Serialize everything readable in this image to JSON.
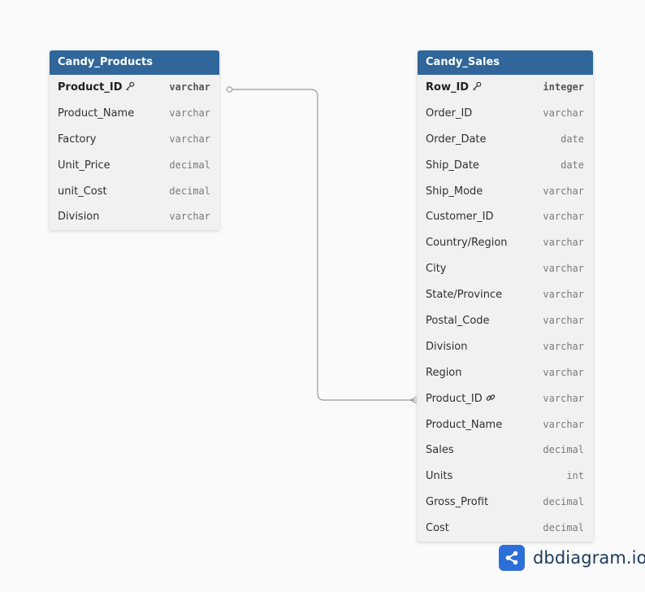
{
  "tables": [
    {
      "name": "Candy_Products",
      "fields": [
        {
          "name": "Product_ID",
          "type": "varchar",
          "pk": true
        },
        {
          "name": "Product_Name",
          "type": "varchar"
        },
        {
          "name": "Factory",
          "type": "varchar"
        },
        {
          "name": "Unit_Price",
          "type": "decimal"
        },
        {
          "name": "unit_Cost",
          "type": "decimal"
        },
        {
          "name": "Division",
          "type": "varchar"
        }
      ]
    },
    {
      "name": "Candy_Sales",
      "fields": [
        {
          "name": "Row_ID",
          "type": "integer",
          "pk": true
        },
        {
          "name": "Order_ID",
          "type": "varchar"
        },
        {
          "name": "Order_Date",
          "type": "date"
        },
        {
          "name": "Ship_Date",
          "type": "date"
        },
        {
          "name": "Ship_Mode",
          "type": "varchar"
        },
        {
          "name": "Customer_ID",
          "type": "varchar"
        },
        {
          "name": "Country/Region",
          "type": "varchar"
        },
        {
          "name": "City",
          "type": "varchar"
        },
        {
          "name": "State/Province",
          "type": "varchar"
        },
        {
          "name": "Postal_Code",
          "type": "varchar"
        },
        {
          "name": "Division",
          "type": "varchar"
        },
        {
          "name": "Region",
          "type": "varchar"
        },
        {
          "name": "Product_ID",
          "type": "varchar",
          "fk": true
        },
        {
          "name": "Product_Name",
          "type": "varchar"
        },
        {
          "name": "Sales",
          "type": "decimal"
        },
        {
          "name": "Units",
          "type": "int"
        },
        {
          "name": "Gross_Profit",
          "type": "decimal"
        },
        {
          "name": "Cost",
          "type": "decimal"
        }
      ]
    }
  ],
  "relationships": [
    {
      "from": "Candy_Products.Product_ID",
      "to": "Candy_Sales.Product_ID",
      "from_cardinality": "one",
      "to_cardinality": "many"
    }
  ],
  "brand": {
    "text": "dbdiagram.io",
    "logo_icon": "share-nodes-icon"
  },
  "colors": {
    "header": "#306699",
    "background": "#fafafa",
    "table_body": "#f1f1f1",
    "connector": "#9a9a9a",
    "brand_blue": "#2d6fd9"
  }
}
